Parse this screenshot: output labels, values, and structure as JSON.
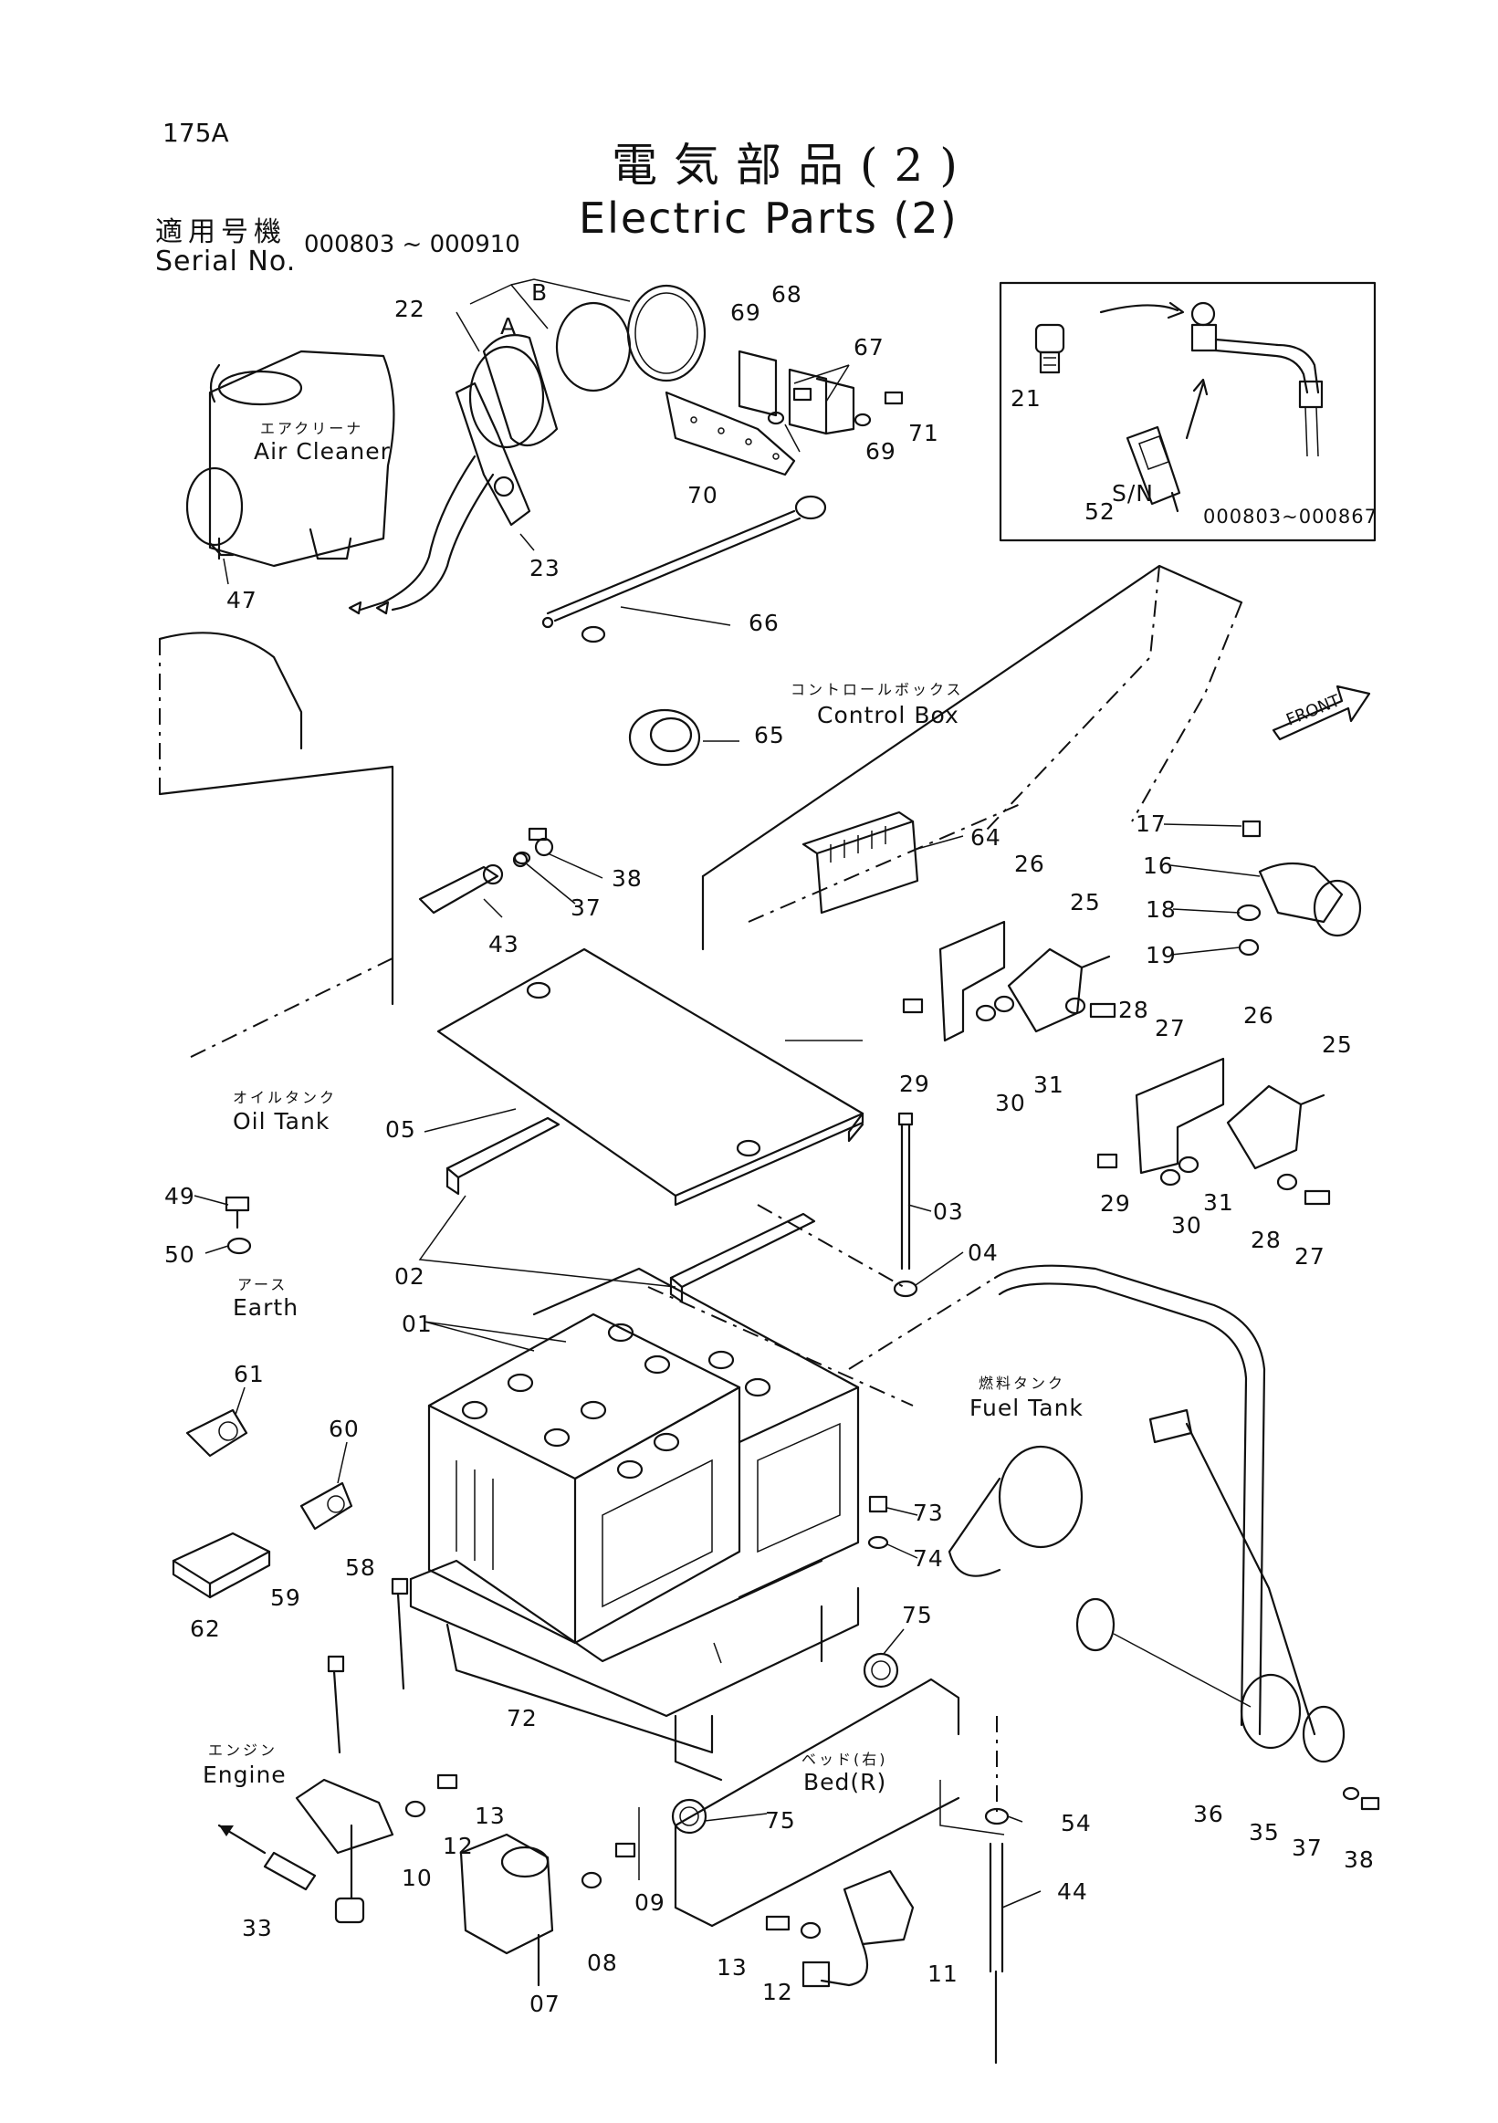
{
  "header": {
    "page_number": "175A",
    "title_jp": "電気部品(2)",
    "title_en": "Electric Parts (2)",
    "serial_label_jp": "適用号機",
    "serial_label_en": "Serial No.",
    "serial_range": "000803 ~ 000910"
  },
  "inset": {
    "serial_label": "S/N",
    "serial_range": "000803~000867"
  },
  "area_labels": {
    "air_cleaner_jp": "エアクリーナ",
    "air_cleaner_en": "Air Cleaner",
    "control_box_jp": "コントロールボックス",
    "control_box_en": "Control Box",
    "oil_tank_jp": "オイルタンク",
    "oil_tank_en": "Oil Tank",
    "earth_jp": "アース",
    "earth_en": "Earth",
    "fuel_tank_jp": "燃料タンク",
    "fuel_tank_en": "Fuel Tank",
    "engine_jp": "エンジン",
    "engine_en": "Engine",
    "bed_jp": "ベッド(右)",
    "bed_en": "Bed(R)",
    "front": "FRONT"
  },
  "callouts": {
    "c22": "22",
    "cB": "B",
    "cA": "A",
    "c23": "23",
    "c47": "47",
    "c69a": "69",
    "c68": "68",
    "c67": "67",
    "c71": "71",
    "c69b": "69",
    "c70": "70",
    "c66": "66",
    "c65": "65",
    "c21": "21",
    "c52": "52",
    "c38a": "38",
    "c37a": "37",
    "c43": "43",
    "c64": "64",
    "c26a": "26",
    "c25a": "25",
    "c28a": "28",
    "c27a": "27",
    "c29a": "29",
    "c30a": "30",
    "c31a": "31",
    "c17": "17",
    "c16": "16",
    "c18": "18",
    "c19": "19",
    "c26b": "26",
    "c25b": "25",
    "c29b": "29",
    "c30b": "30",
    "c31b": "31",
    "c28b": "28",
    "c27b": "27",
    "c05": "05",
    "c03": "03",
    "c04": "04",
    "c02": "02",
    "c01": "01",
    "c49": "49",
    "c50": "50",
    "c61": "61",
    "c60": "60",
    "c62": "62",
    "c73": "73",
    "c74": "74",
    "c75a": "75",
    "c58": "58",
    "c59": "59",
    "c72": "72",
    "c75b": "75",
    "c13a": "13",
    "c12a": "12",
    "c10": "10",
    "c33": "33",
    "c09": "09",
    "c08": "08",
    "c07": "07",
    "c54": "54",
    "c44": "44",
    "c13b": "13",
    "c12b": "12",
    "c11": "11",
    "c36": "36",
    "c35": "35",
    "c37b": "37",
    "c38b": "38"
  }
}
